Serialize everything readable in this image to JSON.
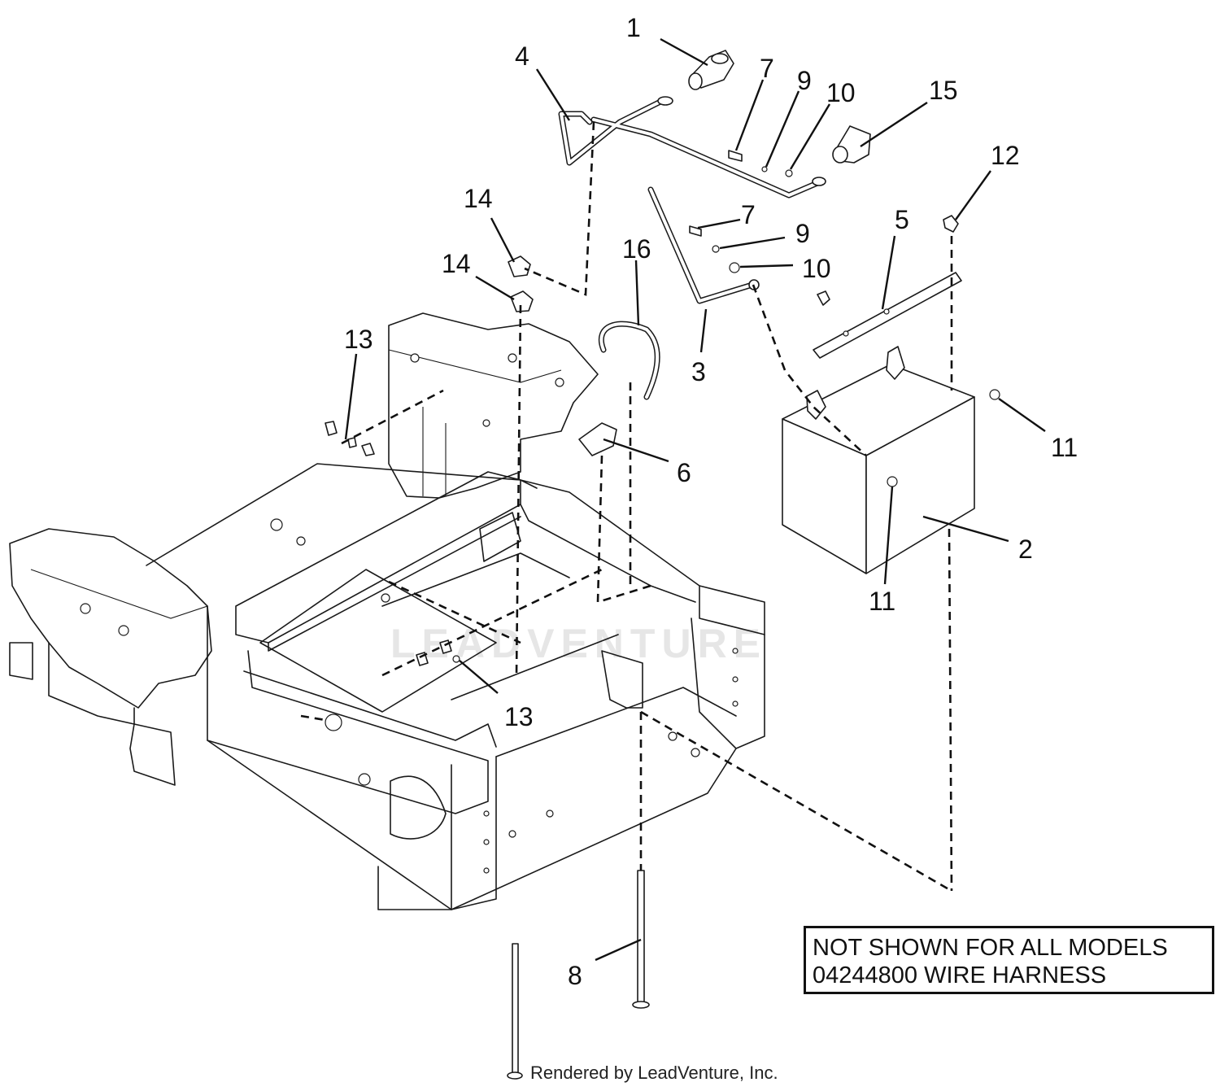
{
  "callouts": [
    {
      "num": "1"
    },
    {
      "num": "4"
    },
    {
      "num": "7"
    },
    {
      "num": "9"
    },
    {
      "num": "10"
    },
    {
      "num": "15"
    },
    {
      "num": "12"
    },
    {
      "num": "14"
    },
    {
      "num": "7"
    },
    {
      "num": "9"
    },
    {
      "num": "14"
    },
    {
      "num": "16"
    },
    {
      "num": "10"
    },
    {
      "num": "5"
    },
    {
      "num": "13"
    },
    {
      "num": "3"
    },
    {
      "num": "6"
    },
    {
      "num": "11"
    },
    {
      "num": "2"
    },
    {
      "num": "11"
    },
    {
      "num": "13"
    },
    {
      "num": "8"
    }
  ],
  "watermark": "LEADVENTURE",
  "note": {
    "line1": "NOT SHOWN FOR ALL MODELS",
    "line2": "04244800 WIRE HARNESS"
  },
  "credit": "Rendered by LeadVenture, Inc."
}
